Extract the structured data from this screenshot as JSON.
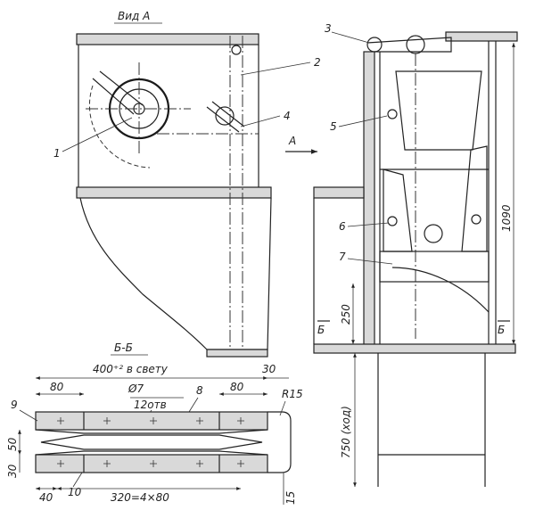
{
  "view_a": {
    "title": "Вид А",
    "callouts": [
      "1",
      "2",
      "4"
    ]
  },
  "side_view": {
    "callouts": [
      "3",
      "5",
      "6",
      "7"
    ],
    "arrow_label": "А",
    "section_marks": [
      "Б",
      "Б"
    ],
    "dimensions": {
      "height": "1090",
      "lower": "250",
      "stroke": "750 (ход)"
    }
  },
  "section_bb": {
    "title": "Б-Б",
    "overall": "400⁺² в свету",
    "dims": {
      "d30_top": "30",
      "d80_left": "80",
      "d80_right": "80",
      "hole": "Ø7",
      "holes_count": "12отв",
      "callout_8": "8",
      "callout_9": "9",
      "callout_10": "10",
      "radius": "R15",
      "d50": "50",
      "d30_left": "30",
      "d40": "40",
      "pitch": "320=4×80",
      "d15": "15"
    }
  }
}
